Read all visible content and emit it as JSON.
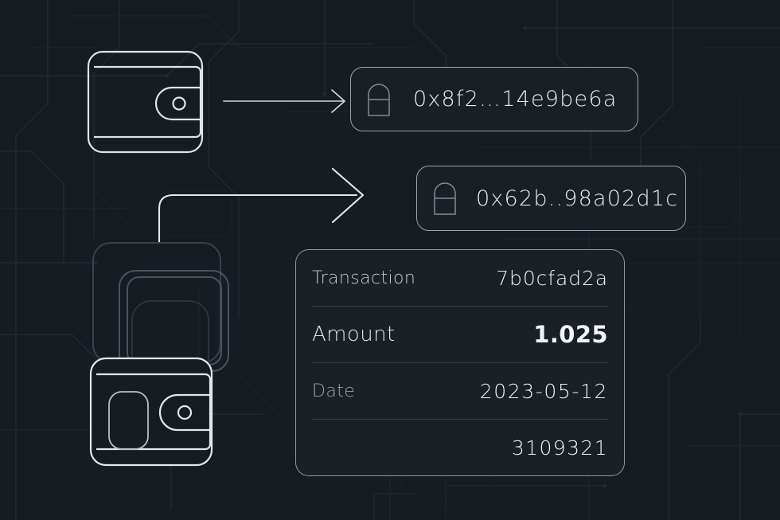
{
  "scene": {
    "title": "Blockchain wallet transaction diagram",
    "background_color": "#171b22",
    "stroke_color": "#9aa3ad",
    "card_fill": "#1b1f26"
  },
  "wallets": [
    {
      "name": "wallet-top",
      "icon": "wallet-icon"
    },
    {
      "name": "wallet-bottom",
      "icon": "wallet-icon"
    }
  ],
  "connectors": [
    {
      "name": "arrow-wallet-to-address-1",
      "icon": "arrow-right-icon"
    },
    {
      "name": "arrow-wallet-to-address-2",
      "icon": "arrow-elbow-right-icon"
    }
  ],
  "addresses": [
    {
      "name": "address-pill-1",
      "icon": "lock-icon",
      "text": "0x8f2…14e9be6a"
    },
    {
      "name": "address-pill-2",
      "icon": "lock-icon",
      "text": "0x62b..98a02d1c"
    }
  ],
  "transaction_card": {
    "rows": [
      {
        "label": "Transaction",
        "value": "7b0cfad2a"
      },
      {
        "label": "Amount",
        "value": "1.025"
      },
      {
        "label": "Date",
        "value": "2023-05-12"
      },
      {
        "label": "",
        "value": "3109321"
      }
    ]
  }
}
